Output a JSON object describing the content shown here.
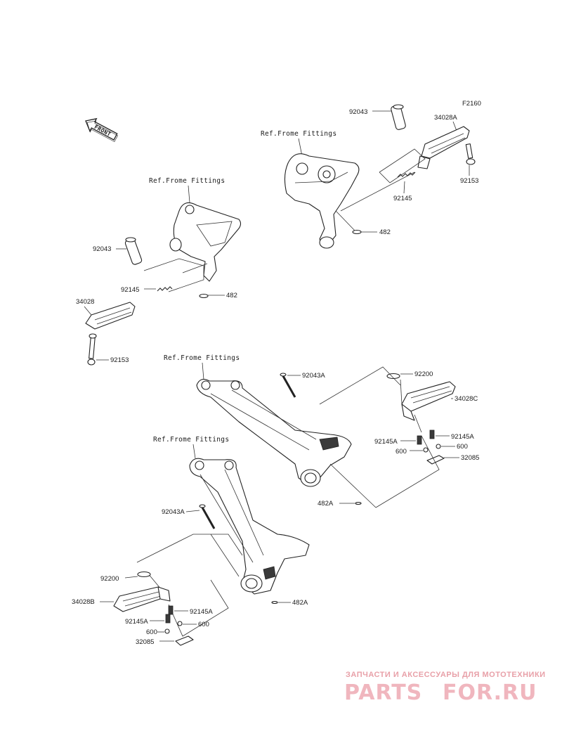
{
  "diagram_code": "F2160",
  "front_label": "FRONT",
  "refs": {
    "upper_right": "Ref.Frome Fittings",
    "upper_left": "Ref.Frome Fittings",
    "lower_right": "Ref.Frome Fittings",
    "lower_left": "Ref.Frome Fittings"
  },
  "parts": {
    "ur_92043": "92043",
    "ur_34028A": "34028A",
    "ur_92145": "92145",
    "ur_92153": "92153",
    "ur_482": "482",
    "ul_92043": "92043",
    "ul_92145": "92145",
    "ul_482": "482",
    "ul_34028": "34028",
    "ul_92153": "92153",
    "lr_92043A": "92043A",
    "lr_92200": "92200",
    "lr_34028C": "34028C",
    "lr_92145A_left": "92145A",
    "lr_92145A_right": "92145A",
    "lr_600_left": "600",
    "lr_600_right": "600",
    "lr_32085": "32085",
    "lr_482A": "482A",
    "ll_92043A": "92043A",
    "ll_92200": "92200",
    "ll_34028B": "34028B",
    "ll_92145A_right": "92145A",
    "ll_92145A_left": "92145A",
    "ll_600_right": "600",
    "ll_600_left": "600",
    "ll_32085": "32085",
    "ll_482A": "482A"
  },
  "watermark": {
    "tagline": "ЗАПЧАСТИ И АКСЕССУАРЫ ДЛЯ МОТОТЕХНИКИ",
    "logo_left": "PARTS",
    "logo_right": "FOR.RU"
  }
}
